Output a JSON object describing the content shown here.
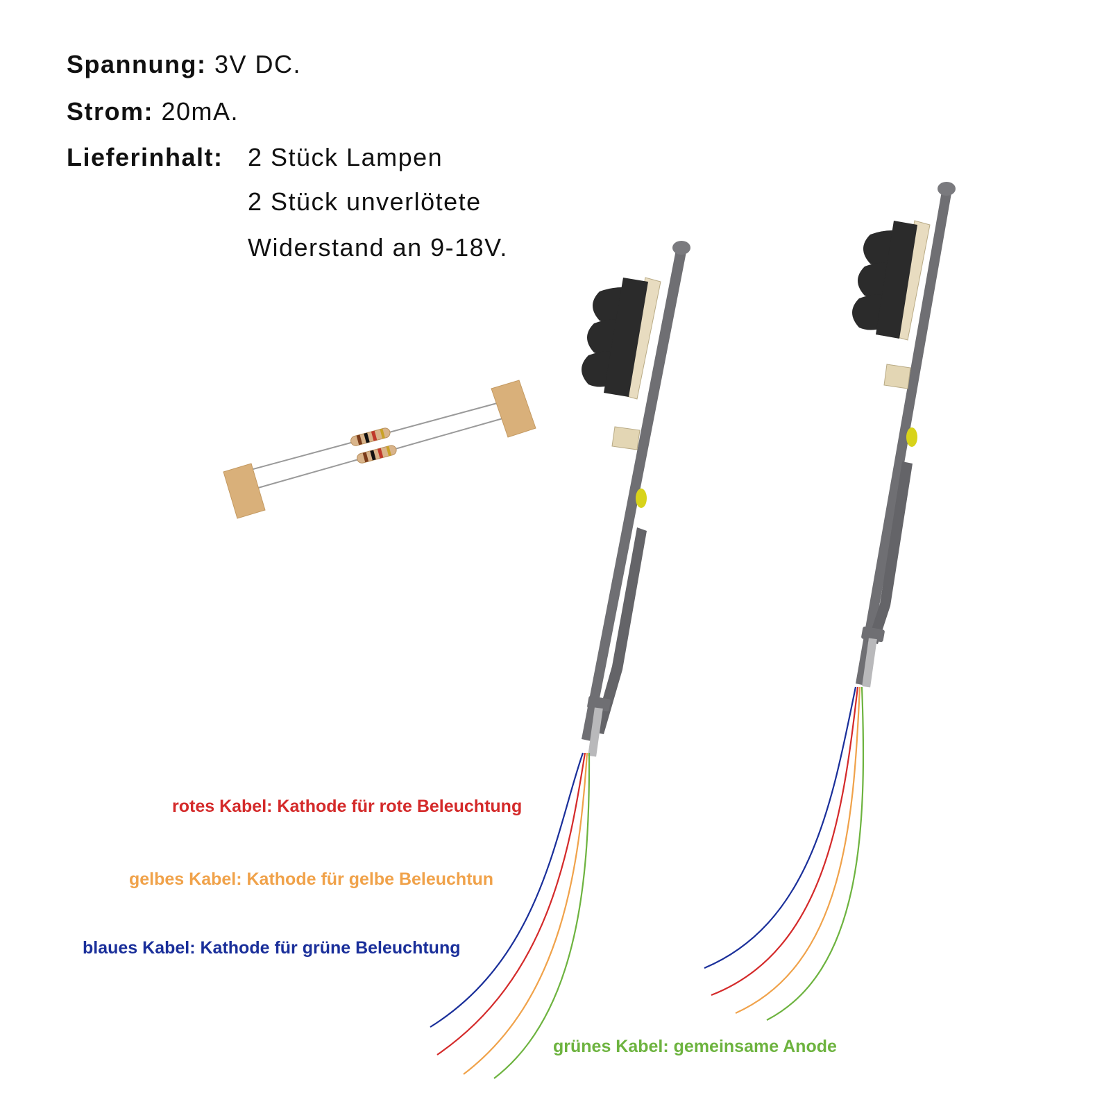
{
  "specs": {
    "voltage_label": "Spannung:",
    "voltage_value": "3V DC.",
    "current_label": "Strom:",
    "current_value": "20mA.",
    "contents_label": "Lieferinhalt:",
    "contents_line1": "2 Stück Lampen",
    "contents_line2": "2 Stück unverlötete",
    "contents_line3": "Widerstand an 9-18V."
  },
  "wire_labels": {
    "red": "rotes Kabel: Kathode für rote Beleuchtung",
    "yellow": "gelbes Kabel: Kathode für gelbe Beleuchtun",
    "blue": "blaues Kabel: Kathode für grüne Beleuchtung",
    "green": "grünes Kabel: gemeinsame Anode"
  },
  "colors": {
    "red_wire": "#d42a2a",
    "yellow_wire": "#f0a24a",
    "blue_wire": "#1a2f9a",
    "green_wire": "#6db33f",
    "pole": "#6f6f73",
    "signal_head": "#2b2b2b",
    "backplate": "#e8dcc0",
    "tape": "#d9b07a"
  }
}
